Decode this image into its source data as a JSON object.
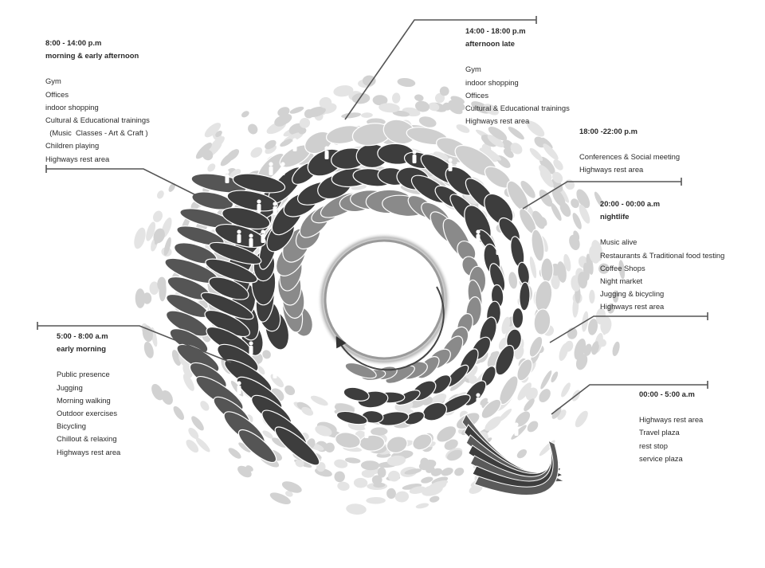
{
  "colors": {
    "bubble_dark": "#3d3d3d",
    "bubble_mid": "#8a8a8a",
    "bubble_light": "#cfcfcf",
    "leader_line": "#555555",
    "text": "#2a2a2a"
  },
  "blocks": [
    {
      "id": "morning-afternoon",
      "time": "8:00 - 14:00 p.m",
      "period": "morning & early afternoon",
      "items": [
        "Gym",
        "Offices",
        "indoor shopping",
        "Cultural & Educational trainings",
        "  (Music  Classes - Art & Craft )",
        "Children playing",
        "Highways rest area"
      ]
    },
    {
      "id": "afternoon-late",
      "time": "14:00 - 18:00 p.m",
      "period": "afternoon late",
      "items": [
        "Gym",
        "indoor shopping",
        "Offices",
        "Cultural & Educational trainings",
        "Highways rest area"
      ]
    },
    {
      "id": "evening",
      "time": "18:00 -22:00 p.m",
      "period": "",
      "items": [
        "Conferences & Social meeting",
        "Highways rest area"
      ]
    },
    {
      "id": "nightlife",
      "time": "20:00 - 00:00 a.m",
      "period": "nightlife",
      "items": [
        "Music alive",
        "Restaurants & Traditional food testing",
        "Coffee Shops",
        "Night market",
        "Jugging & bicycling",
        "Highways rest area"
      ]
    },
    {
      "id": "early-morning",
      "time": "5:00 - 8:00 a.m",
      "period": "early morning",
      "items": [
        "Public presence",
        "Jugging",
        "Morning walking",
        "Outdoor exercises",
        "Bicycling",
        "Chillout & relaxing",
        "Highways rest area"
      ]
    },
    {
      "id": "night",
      "time": "00:00 - 5:00 a.m",
      "period": "",
      "items": [
        "Highways rest area",
        "Travel plaza",
        "rest stop",
        "service plaza"
      ]
    }
  ]
}
